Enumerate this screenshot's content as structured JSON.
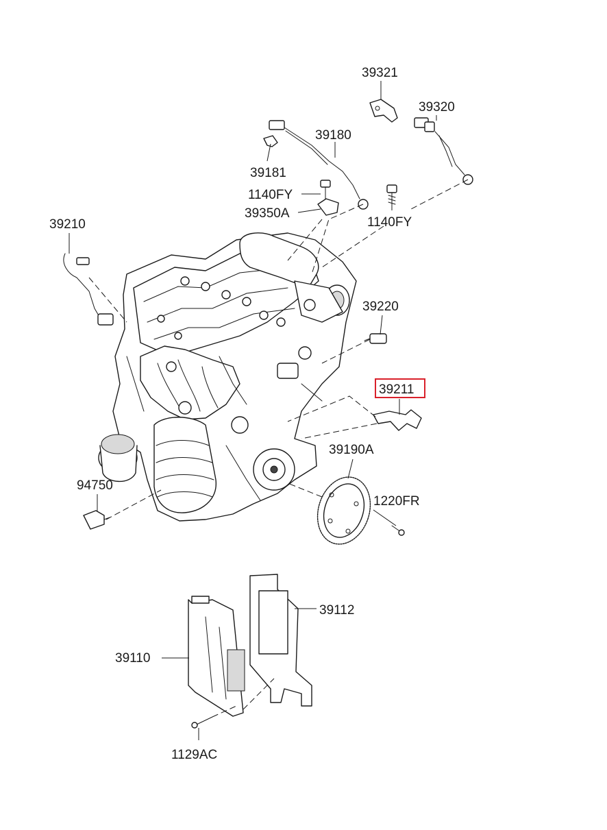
{
  "parts": {
    "p39321": "39321",
    "p39320": "39320",
    "p39180": "39180",
    "p39181": "39181",
    "p1140fy_a": "1140FY",
    "p39350a": "39350A",
    "p1140fy_b": "1140FY",
    "p39210": "39210",
    "p39220": "39220",
    "p39211": "39211",
    "p39190a": "39190A",
    "p94750": "94750",
    "p1220fr": "1220FR",
    "p39112": "39112",
    "p39110": "39110",
    "p1129ac": "1129AC"
  },
  "highlight": {
    "part": "39211",
    "color": "#d9202a"
  }
}
